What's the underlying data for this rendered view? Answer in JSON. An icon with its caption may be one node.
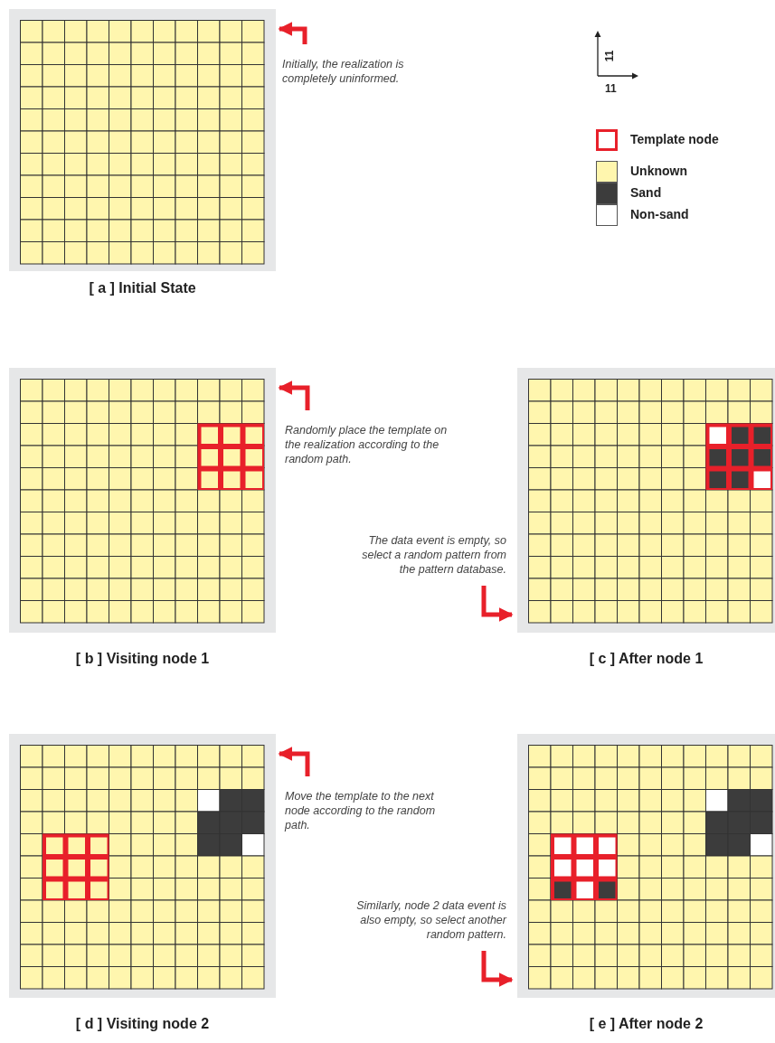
{
  "diagram": {
    "nodes": [
      {
        "text": [
          "[ a ] Initial State"
        ]
      },
      {
        "text": [
          "Initially, the realization is completely uninformed."
        ]
      },
      {
        "text": [
          "[ b ] Visiting node 1"
        ]
      },
      {
        "text": [
          "Randomly place the template on the realization according to the random path."
        ]
      },
      {
        "text": [
          "The data event is empty, so select a random pattern from the pattern database."
        ]
      },
      {
        "text": [
          "[ c ] After node 1"
        ]
      },
      {
        "text": [
          "[ d ] Visiting node 2"
        ]
      },
      {
        "text": [
          "Move the template to the next node according to the random path."
        ]
      },
      {
        "text": [
          "Similarly, node 2 data event is also empty, so select another random pattern."
        ]
      },
      {
        "text": [
          "[ e ] After node 2"
        ]
      }
    ],
    "edges": [
      {
        "from": 1,
        "to": 0,
        "arrow": "to"
      },
      {
        "from": 3,
        "to": 2,
        "arrow": "to"
      },
      {
        "from": 4,
        "to": 5,
        "arrow": "to"
      },
      {
        "from": 7,
        "to": 6,
        "arrow": "to"
      },
      {
        "from": 8,
        "to": 9,
        "arrow": "to"
      }
    ],
    "labels": [
      "11",
      "11"
    ],
    "legend": [
      {
        "text": "Template node"
      },
      {
        "text": "Unknown",
        "color": "#fff6ae"
      },
      {
        "text": "Sand",
        "color": "#3c3c3c"
      },
      {
        "text": "Non-sand",
        "color": "#ffffff"
      }
    ]
  }
}
